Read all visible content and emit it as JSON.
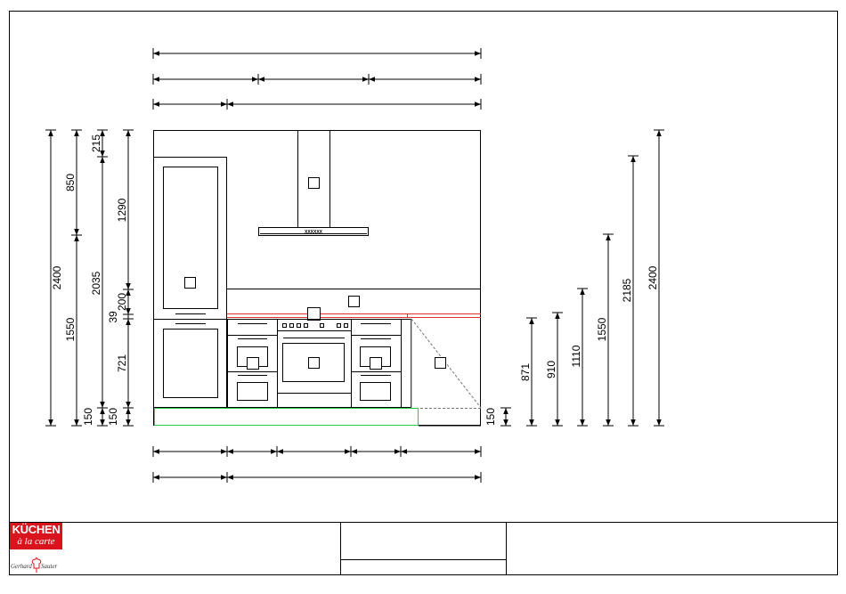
{
  "logo": {
    "line1": "KÜCHEN",
    "line2": "à la carte",
    "sig_left": "Gerhard",
    "sig_right": "Sauter"
  },
  "marks": {
    "hood_label": "XXXXXX"
  },
  "dimensions": {
    "left_total": "2400",
    "left_upper": "850",
    "left_lower": "1550",
    "col3_top": "215",
    "col3_main": "2035",
    "col3_plinth": "150",
    "col4_upper": "1290",
    "col4_200": "200",
    "col4_39": "39",
    "col4_721": "721",
    "col4_plinth": "150",
    "plinth_left": "150",
    "right_plinth": "150",
    "right_871": "871",
    "right_910": "910",
    "right_1110": "1110",
    "right_1550": "1550",
    "right_2185": "2185",
    "right_2400": "2400"
  },
  "colors": {
    "line": "#000000",
    "worktop": "#e03030",
    "plinth_highlight": "#2ecc40",
    "brand_red": "#d8141c"
  }
}
